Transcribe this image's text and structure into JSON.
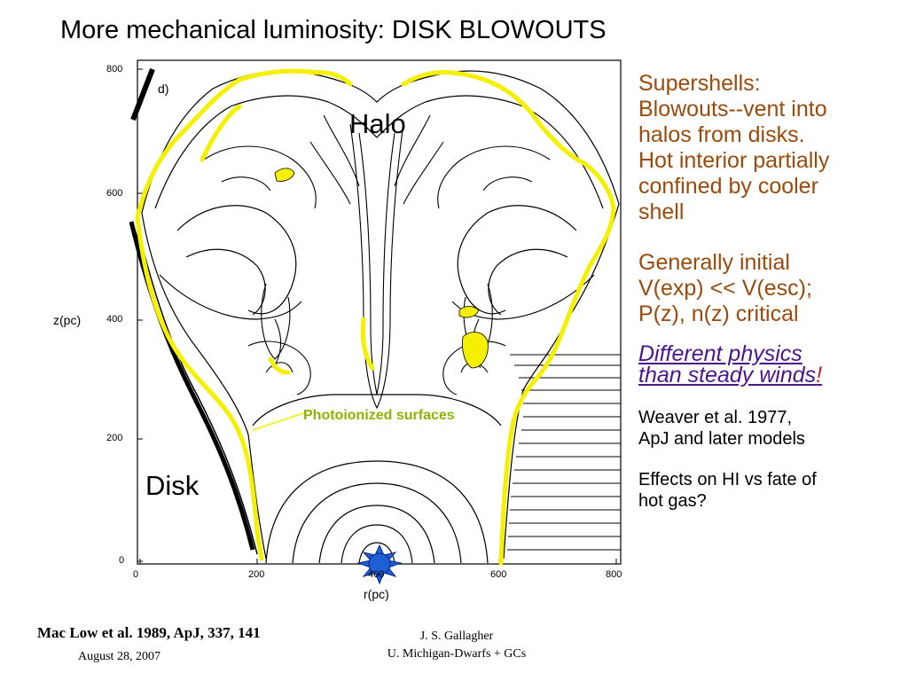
{
  "slide": {
    "title": "More mechanical luminosity: DISK BLOWOUTS"
  },
  "figure": {
    "panel_label": "d)",
    "halo_label": "Halo",
    "disk_label": "Disk",
    "annotation": "Photoionized surfaces",
    "y_axis_label": "z(pc)",
    "x_axis_label": "r(pc)",
    "y_ticks": [
      "800",
      "600",
      "400",
      "200",
      "0"
    ],
    "x_ticks": [
      "0",
      "200",
      "400",
      "600",
      "800"
    ],
    "colors": {
      "highlight": "#f5ef00",
      "annotation": "#8cb400",
      "source": "#1e5fd6",
      "contour": "#000000"
    }
  },
  "notes": {
    "supershells": [
      "Supershells:",
      "Blowouts--vent into",
      "halos from disks.",
      "Hot interior partially",
      "confined by cooler",
      "shell"
    ],
    "initial": [
      "Generally initial",
      "V(exp) << V(esc);",
      "P(z), n(z) critical"
    ],
    "different": [
      "Different physics",
      "than steady winds"
    ],
    "different_suffix": "!",
    "weaver": [
      "Weaver et al. 1977,",
      "ApJ and later models"
    ],
    "effects": [
      "Effects on HI vs fate of",
      "hot gas?"
    ]
  },
  "footer": {
    "citation": "Mac Low et al. 1989, ApJ, 337, 141",
    "date": "August 28, 2007",
    "author_line1": "J. S. Gallagher",
    "author_line2": "U. Michigan-Dwarfs + GCs"
  }
}
